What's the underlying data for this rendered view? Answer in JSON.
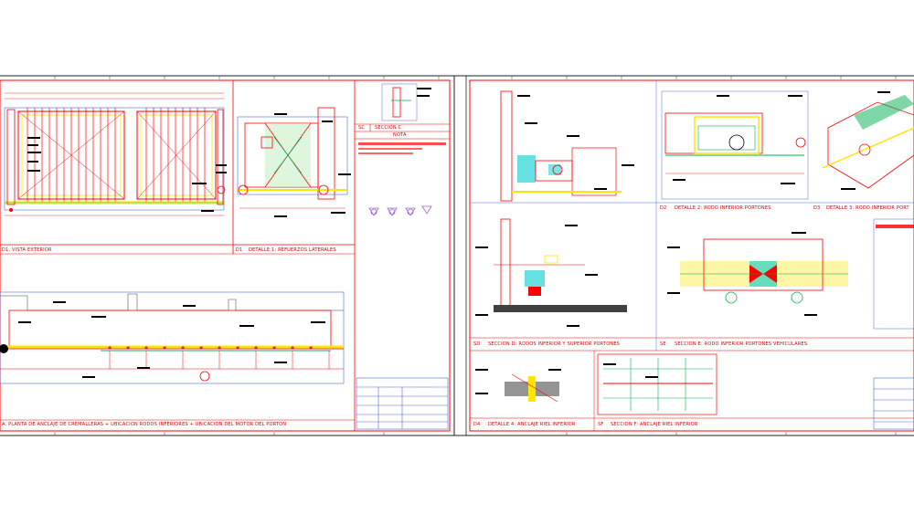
{
  "colors": {
    "background": "#ffffff",
    "frame": "#222222",
    "red": "#ff0000",
    "dark_red": "#c00000",
    "yellow": "#ffe600",
    "green": "#00b050",
    "cyan": "#00cccc",
    "blue": "#4a6ad6",
    "purple": "#a060d0",
    "black": "#000000",
    "grey": "#808080"
  },
  "sheet_left": {
    "views": {
      "d1_id": "D1",
      "d1_title": "D1. VISTA EXTERIOR",
      "d2_id": "D1",
      "d2_title": "DETALLE 1: REFUERZOS LATERALES",
      "plan_title": "A. PLANTA DE ANCLAJE DE CREMALLERAS + UBICACION RODOS INFERIORES + UBICACION DEL MOTOR DEL PORTON"
    },
    "section_c": {
      "id": "SC",
      "title": "SECCION C",
      "nota": "NOTA"
    }
  },
  "sheet_right": {
    "views": {
      "sec_d_id": "SD",
      "sec_d_title": "SECCION D: RODOS INFERIOR Y SUPERIOR PORTONES",
      "det2_id": "D2",
      "det2_title": "DETALLE 2: RODO INFERIOR PORTONES",
      "det3_id": "D3",
      "det3_title": "DETALLE 3: RODO INFERIOR PORT",
      "sec_e_id": "SE",
      "sec_e_title": "SECCION E: RODO INFERIOR PORTONES VEHICULARES",
      "det4_id": "D4",
      "det4_title": "DETALLE 4: ANCLAJE RIEL INFERIOR",
      "sec_f_id": "SF",
      "sec_f_title": "SECCION F: ANCLAJE RIEL INFERIOR"
    }
  }
}
